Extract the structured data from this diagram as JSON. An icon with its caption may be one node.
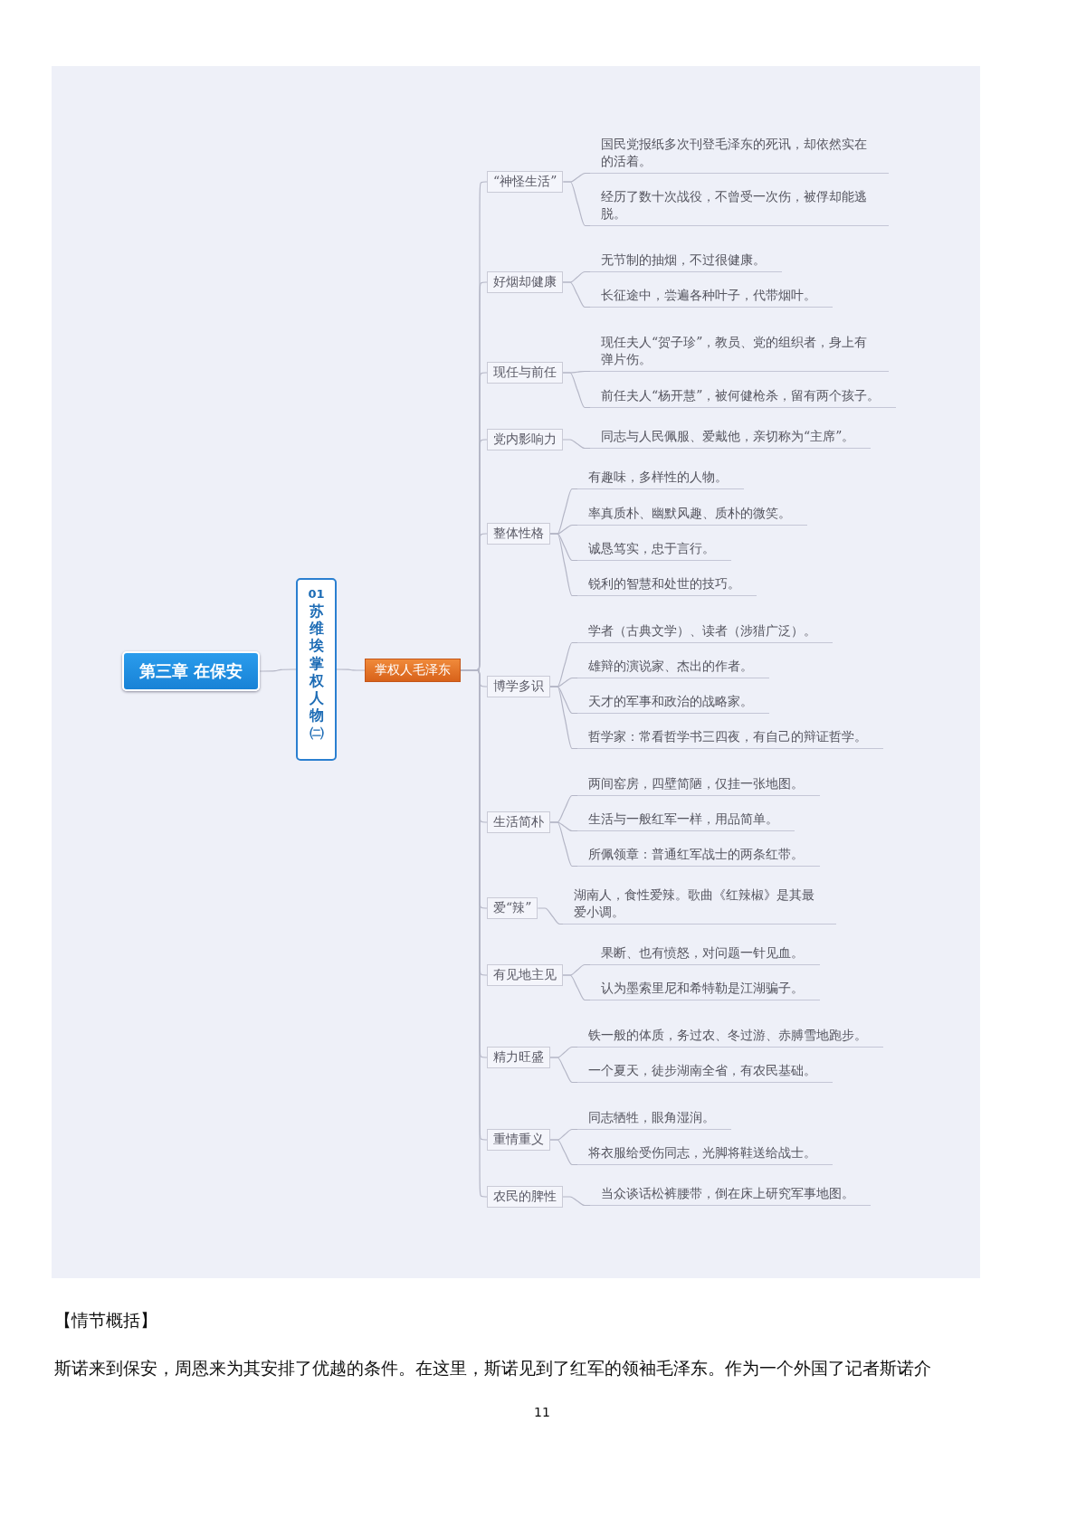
{
  "diagram": {
    "nodes": [
      {
        "text": [
          "第三章 在保安"
        ]
      },
      {
        "text": [
          "01",
          "苏维埃掌权人物㈡"
        ]
      },
      {
        "text": [
          "掌权人毛泽东"
        ]
      },
      {
        "text": [
          "“神怪生活”"
        ]
      },
      {
        "text": [
          "国民党报纸多次刊登毛泽东的死讯，却依然实在的活着。"
        ]
      },
      {
        "text": [
          "经历了数十次战役，不曾受一次伤，被俘却能逃脱。"
        ]
      },
      {
        "text": [
          "好烟却健康"
        ]
      },
      {
        "text": [
          "无节制的抽烟，不过很健康。"
        ]
      },
      {
        "text": [
          "长征途中，尝遍各种叶子，代带烟叶。"
        ]
      },
      {
        "text": [
          "现任与前任"
        ]
      },
      {
        "text": [
          "现任夫人“贺子珍”，教员、党的组织者，身上有弹片伤。"
        ]
      },
      {
        "text": [
          "前任夫人“杨开慧”，被何健枪杀，留有两个孩子。"
        ]
      },
      {
        "text": [
          "党内影响力"
        ]
      },
      {
        "text": [
          "同志与人民佩服、爱戴他，亲切称为“主席”。"
        ]
      },
      {
        "text": [
          "整体性格"
        ]
      },
      {
        "text": [
          "有趣味，多样性的人物。"
        ]
      },
      {
        "text": [
          "率真质朴、幽默风趣、质朴的微笑。"
        ]
      },
      {
        "text": [
          "诚恳笃实，忠于言行。"
        ]
      },
      {
        "text": [
          "锐利的智慧和处世的技巧。"
        ]
      },
      {
        "text": [
          "博学多识"
        ]
      },
      {
        "text": [
          "学者（古典文学）、读者（涉猎广泛）。"
        ]
      },
      {
        "text": [
          "雄辩的演说家、杰出的作者。"
        ]
      },
      {
        "text": [
          "天才的军事和政治的战略家。"
        ]
      },
      {
        "text": [
          "哲学家：常看哲学书三四夜，有自己的辩证哲学。"
        ]
      },
      {
        "text": [
          "生活简朴"
        ]
      },
      {
        "text": [
          "两间窑房，四壁简陋，仅挂一张地图。"
        ]
      },
      {
        "text": [
          "生活与一般红军一样，用品简单。"
        ]
      },
      {
        "text": [
          "所佩领章：普通红军战士的两条红带。"
        ]
      },
      {
        "text": [
          "爱“辣”"
        ]
      },
      {
        "text": [
          "湖南人，食性爱辣。歌曲《红辣椒》是其最爱小调。"
        ]
      },
      {
        "text": [
          "有见地主见"
        ]
      },
      {
        "text": [
          "果断、也有愤怒，对问题一针见血。"
        ]
      },
      {
        "text": [
          "认为墨索里尼和希特勒是江湖骗子。"
        ]
      },
      {
        "text": [
          "精力旺盛"
        ]
      },
      {
        "text": [
          "铁一般的体质，务过农、冬过游、赤膊雪地跑步。"
        ]
      },
      {
        "text": [
          "一个夏天，徒步湖南全省，有农民基础。"
        ]
      },
      {
        "text": [
          "重情重义"
        ]
      },
      {
        "text": [
          "同志牺牲，眼角湿润。"
        ]
      },
      {
        "text": [
          "将衣服给受伤同志，光脚将鞋送给战士。"
        ]
      },
      {
        "text": [
          "农民的脾性"
        ]
      },
      {
        "text": [
          "当众谈话松裤腰带，倒在床上研究军事地图。"
        ]
      }
    ],
    "edges": [
      {
        "from": 0,
        "to": 1,
        "arrow": "none"
      },
      {
        "from": 1,
        "to": 2,
        "arrow": "none"
      },
      {
        "from": 2,
        "to": 3,
        "arrow": "none"
      },
      {
        "from": 3,
        "to": 4,
        "arrow": "none"
      },
      {
        "from": 3,
        "to": 5,
        "arrow": "none"
      },
      {
        "from": 2,
        "to": 6,
        "arrow": "none"
      },
      {
        "from": 6,
        "to": 7,
        "arrow": "none"
      },
      {
        "from": 6,
        "to": 8,
        "arrow": "none"
      },
      {
        "from": 2,
        "to": 9,
        "arrow": "none"
      },
      {
        "from": 9,
        "to": 10,
        "arrow": "none"
      },
      {
        "from": 9,
        "to": 11,
        "arrow": "none"
      },
      {
        "from": 2,
        "to": 12,
        "arrow": "none"
      },
      {
        "from": 12,
        "to": 13,
        "arrow": "none"
      },
      {
        "from": 2,
        "to": 14,
        "arrow": "none"
      },
      {
        "from": 14,
        "to": 15,
        "arrow": "none"
      },
      {
        "from": 14,
        "to": 16,
        "arrow": "none"
      },
      {
        "from": 14,
        "to": 17,
        "arrow": "none"
      },
      {
        "from": 14,
        "to": 18,
        "arrow": "none"
      },
      {
        "from": 2,
        "to": 19,
        "arrow": "none"
      },
      {
        "from": 19,
        "to": 20,
        "arrow": "none"
      },
      {
        "from": 19,
        "to": 21,
        "arrow": "none"
      },
      {
        "from": 19,
        "to": 22,
        "arrow": "none"
      },
      {
        "from": 19,
        "to": 23,
        "arrow": "none"
      },
      {
        "from": 2,
        "to": 24,
        "arrow": "none"
      },
      {
        "from": 24,
        "to": 25,
        "arrow": "none"
      },
      {
        "from": 24,
        "to": 26,
        "arrow": "none"
      },
      {
        "from": 24,
        "to": 27,
        "arrow": "none"
      },
      {
        "from": 2,
        "to": 28,
        "arrow": "none"
      },
      {
        "from": 28,
        "to": 29,
        "arrow": "none"
      },
      {
        "from": 2,
        "to": 30,
        "arrow": "none"
      },
      {
        "from": 30,
        "to": 31,
        "arrow": "none"
      },
      {
        "from": 30,
        "to": 32,
        "arrow": "none"
      },
      {
        "from": 2,
        "to": 33,
        "arrow": "none"
      },
      {
        "from": 33,
        "to": 34,
        "arrow": "none"
      },
      {
        "from": 33,
        "to": 35,
        "arrow": "none"
      },
      {
        "from": 2,
        "to": 36,
        "arrow": "none"
      },
      {
        "from": 36,
        "to": 37,
        "arrow": "none"
      },
      {
        "from": 36,
        "to": 38,
        "arrow": "none"
      },
      {
        "from": 2,
        "to": 39,
        "arrow": "none"
      },
      {
        "from": 39,
        "to": 40,
        "arrow": "none"
      }
    ],
    "labels": [
      "【情节概括】",
      "斯诺来到保安，周恩来为其安排了优越的条件。在这里，斯诺见到了红军的领袖毛泽东。作为一个外国了记者斯诺介",
      "11"
    ]
  }
}
